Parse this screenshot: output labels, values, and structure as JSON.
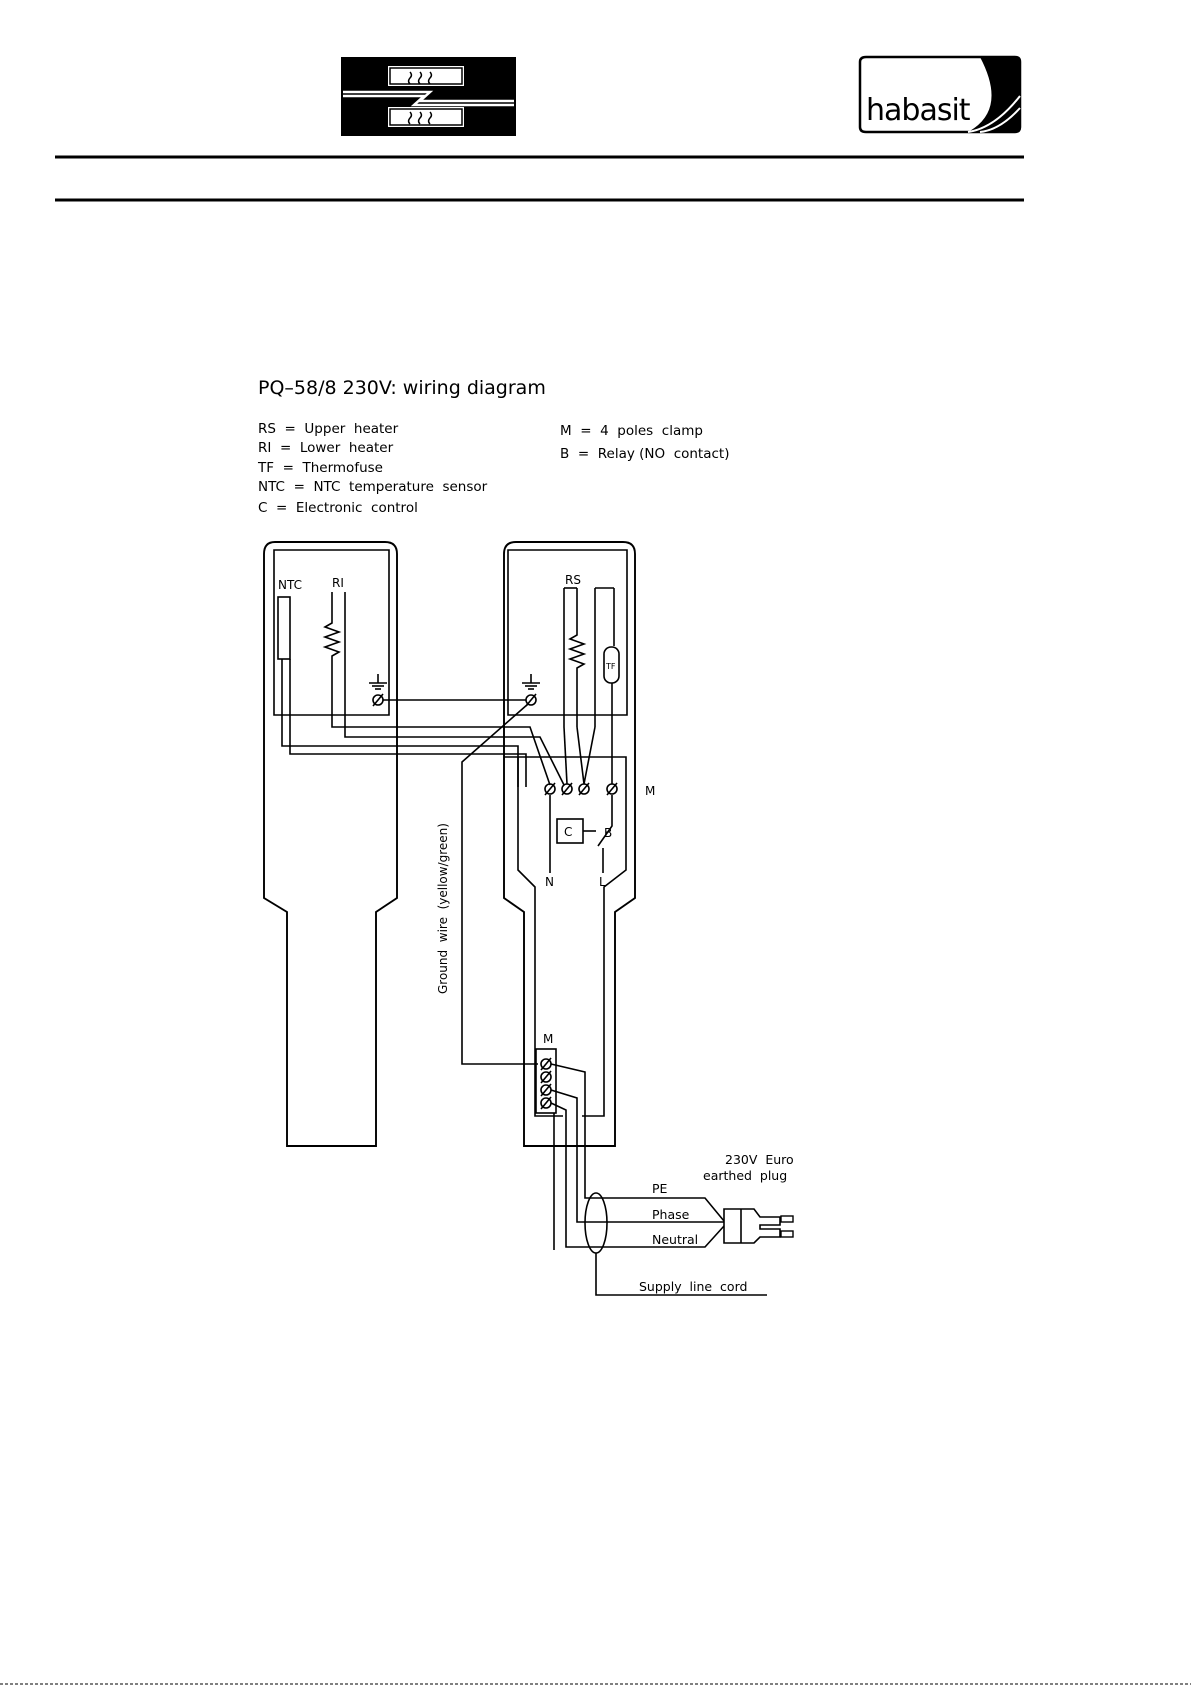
{
  "header": {
    "brand_logo_text": "habasit"
  },
  "diagram": {
    "title": "PQ–58/8 230V: wiring diagram",
    "legend_left": [
      "RS  =  Upper  heater",
      "RI  =  Lower  heater",
      "TF  =  Thermofuse",
      "NTC  =  NTC  temperature  sensor",
      "C  =  Electronic  control"
    ],
    "legend_right": [
      "M  =  4  poles  clamp",
      "B  =  Relay (NO  contact)"
    ],
    "labels": {
      "ntc": "NTC",
      "ri": "RI",
      "rs": "RS",
      "tf": "TF",
      "m_top": "M",
      "m_bottom": "M",
      "c": "C",
      "b": "B",
      "n": "N",
      "l": "L",
      "ground_wire": "Ground  wire  (yellow/green)",
      "plug_line1": "230V  Euro",
      "plug_line2": "earthed  plug",
      "pe": "PE",
      "phase": "Phase",
      "neutral": "Neutral",
      "supply_cord": "Supply  line  cord"
    }
  }
}
